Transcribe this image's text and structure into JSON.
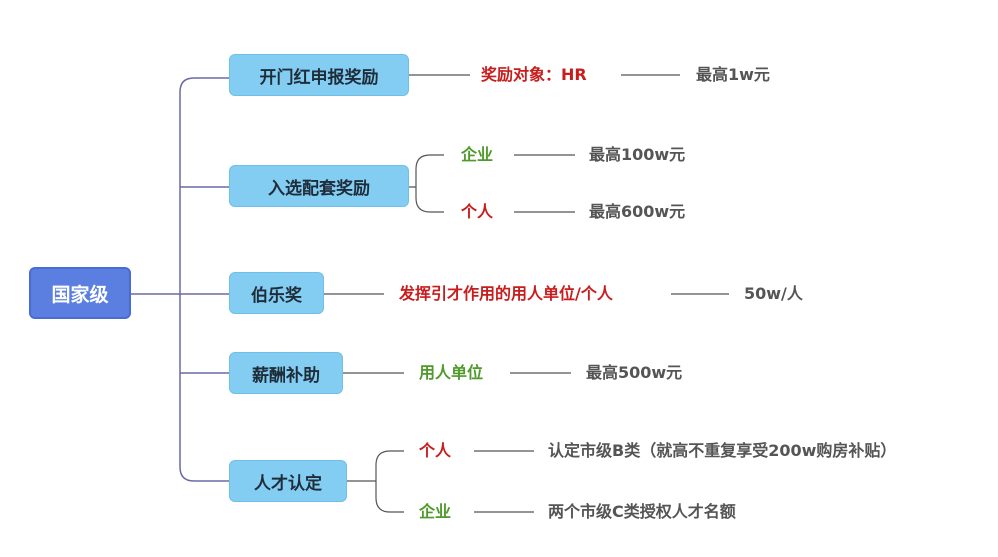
{
  "root": {
    "label": "国家级"
  },
  "branches": [
    {
      "label": "开门红申报奖励",
      "sub": [
        {
          "label": "奖励对象：HR",
          "value": "最高1w元"
        }
      ]
    },
    {
      "label": "入选配套奖励",
      "sub": [
        {
          "label": "企业",
          "value": "最高100w元"
        },
        {
          "label": "个人",
          "value": "最高600w元"
        }
      ]
    },
    {
      "label": "伯乐奖",
      "sub": [
        {
          "label": "发挥引才作用的用人单位/个人",
          "value": "50w/人"
        }
      ]
    },
    {
      "label": "薪酬补助",
      "sub": [
        {
          "label": "用人单位",
          "value": "最高500w元"
        }
      ]
    },
    {
      "label": "人才认定",
      "sub": [
        {
          "label": "个人",
          "value": "认定市级B类（就高不重复享受200w购房补贴）"
        },
        {
          "label": "企业",
          "value": "两个市级C类授权人才名额"
        }
      ]
    }
  ],
  "colors": {
    "root_fill": "#5b7fe0",
    "branch_fill": "#83cdf2",
    "line": "#6a6aa8",
    "label_red": "#c81d1d",
    "label_green": "#4f9a2a",
    "text_gray": "#555555"
  }
}
